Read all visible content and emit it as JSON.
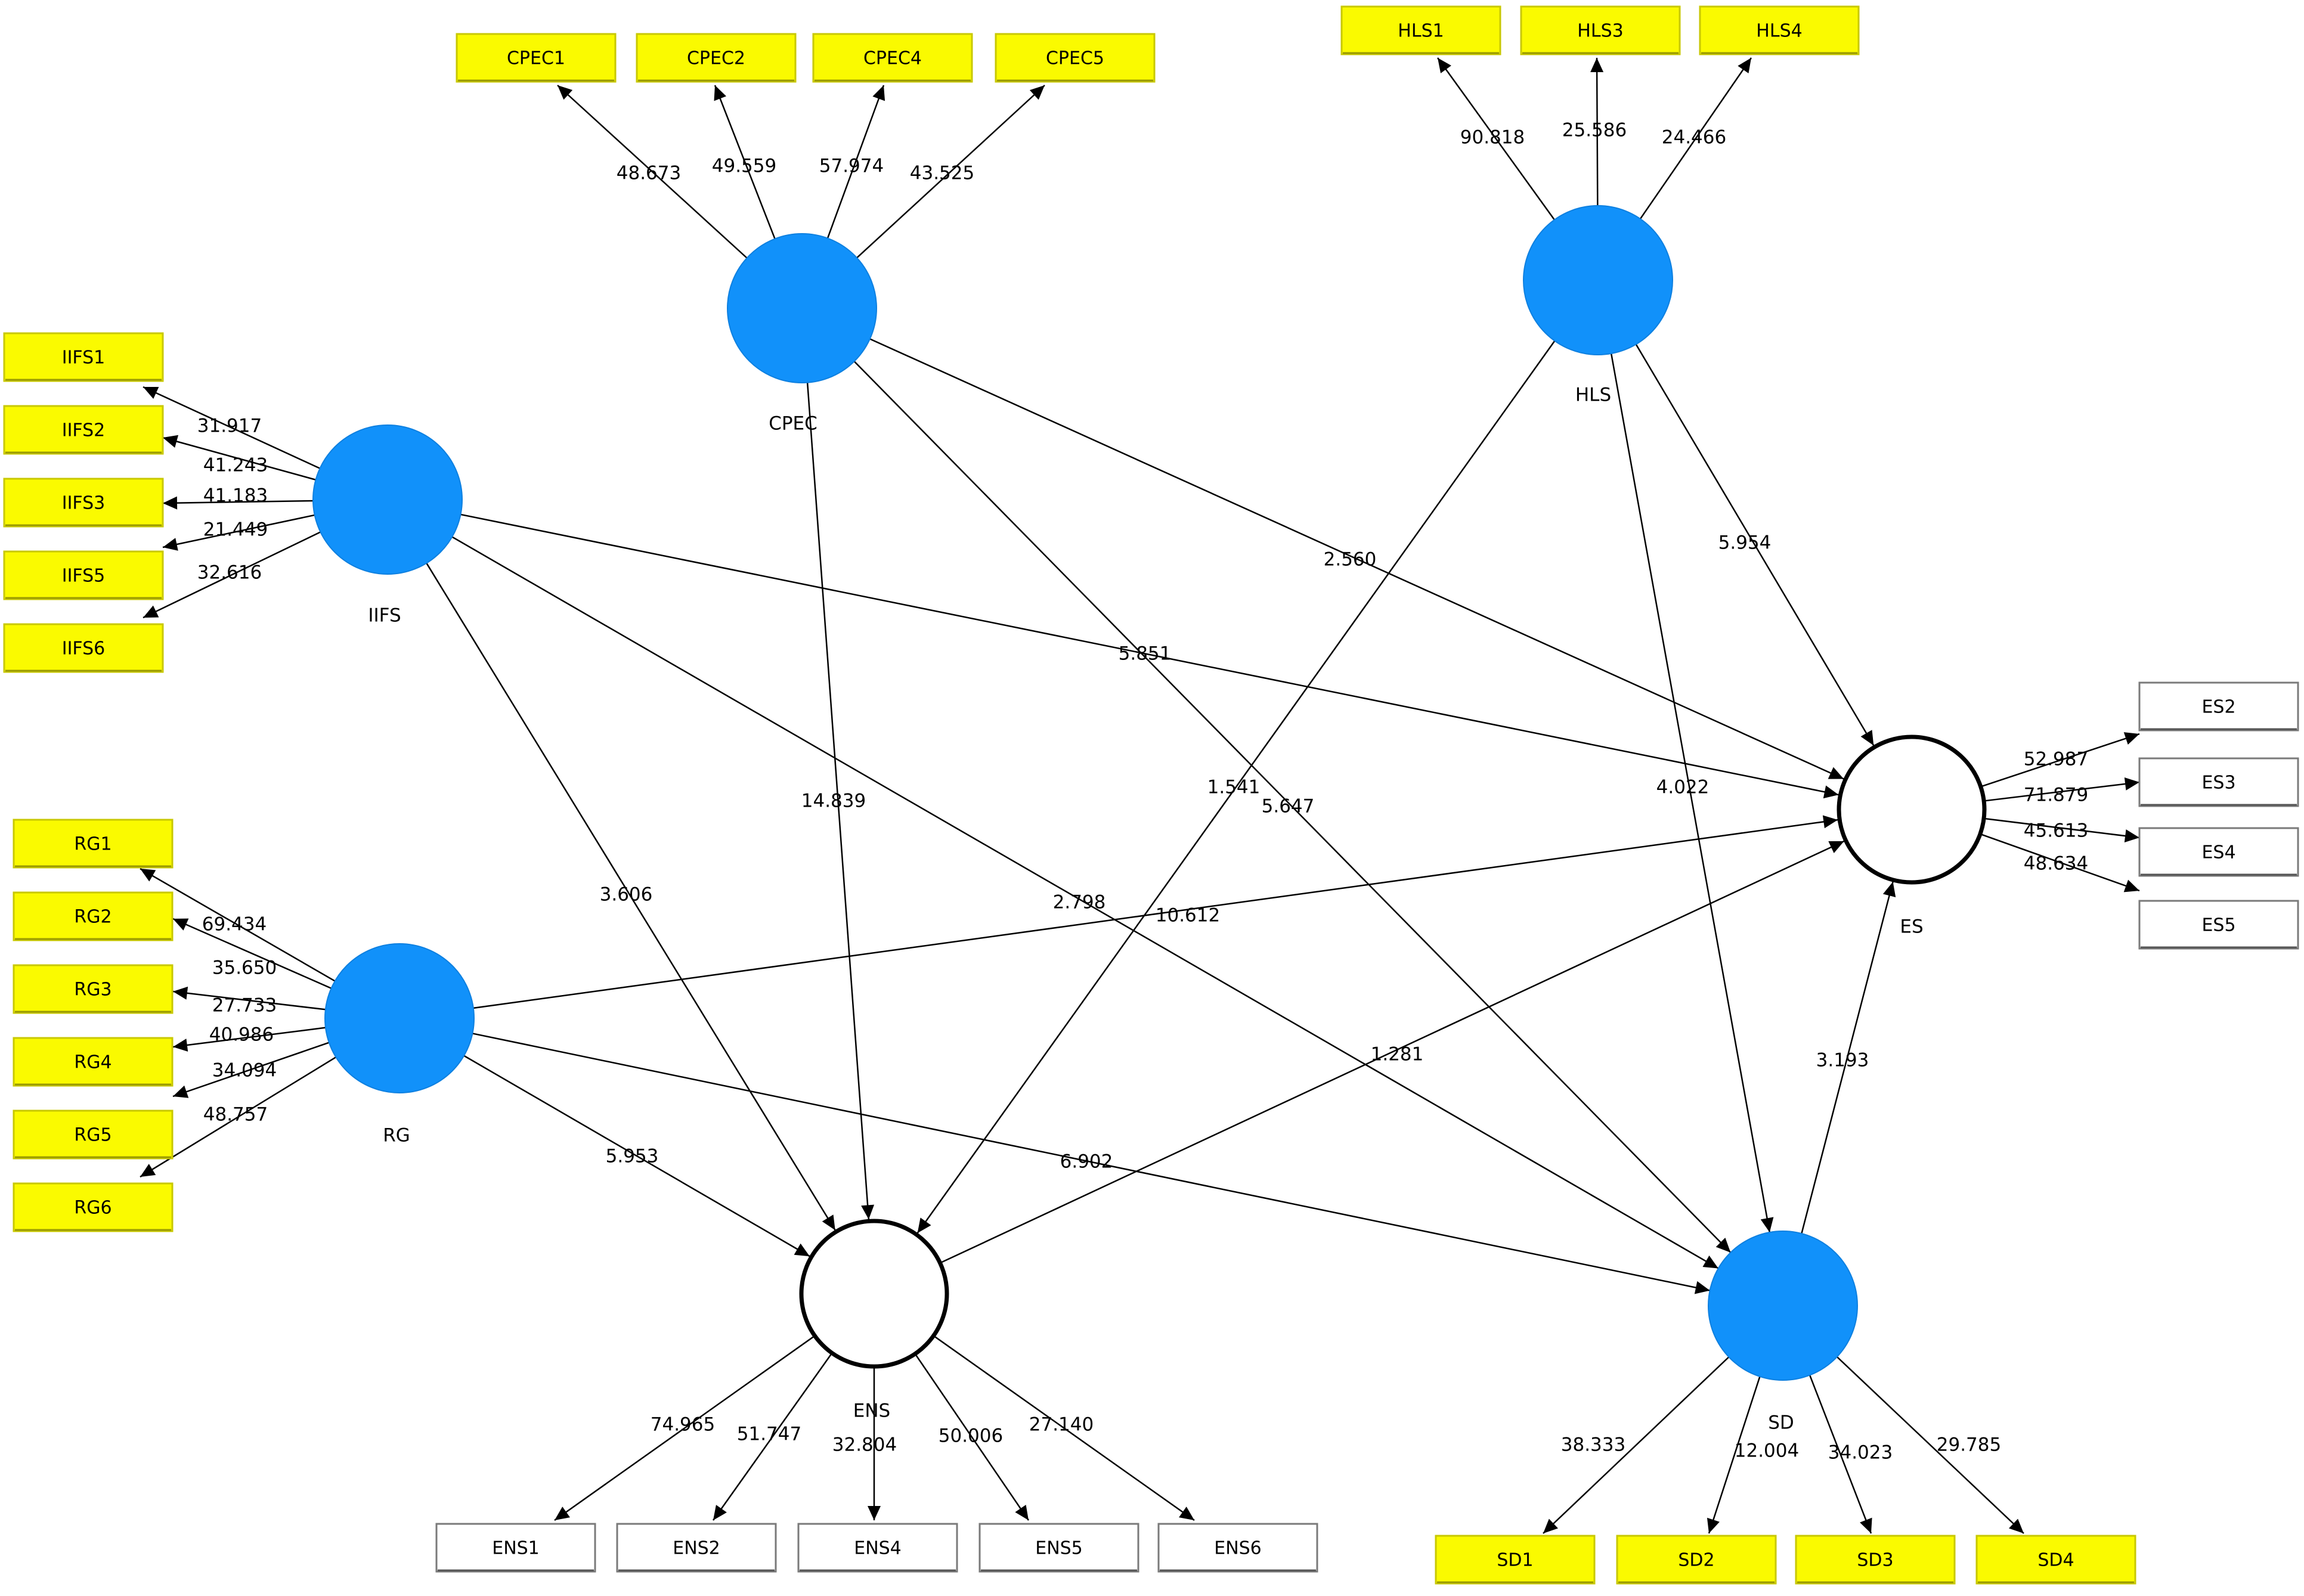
{
  "colors": {
    "latent_fill": "#1191FA",
    "indicator_yellow": "#FAFA00",
    "indicator_white": "#FFFFFF",
    "edge": "#000000"
  },
  "constructs": [
    {
      "id": "CPEC",
      "label": "CPEC",
      "kind": "filled"
    },
    {
      "id": "HLS",
      "label": "HLS",
      "kind": "filled"
    },
    {
      "id": "IIFS",
      "label": "IIFS",
      "kind": "filled"
    },
    {
      "id": "RG",
      "label": "RG",
      "kind": "filled"
    },
    {
      "id": "ENS",
      "label": "ENS",
      "kind": "hollow"
    },
    {
      "id": "ES",
      "label": "ES",
      "kind": "hollow"
    },
    {
      "id": "SD",
      "label": "SD",
      "kind": "filled"
    }
  ],
  "indicators": [
    {
      "id": "CPEC1",
      "label": "CPEC1",
      "construct": "CPEC",
      "style": "yellow",
      "loading": "48.673"
    },
    {
      "id": "CPEC2",
      "label": "CPEC2",
      "construct": "CPEC",
      "style": "yellow",
      "loading": "49.559"
    },
    {
      "id": "CPEC4",
      "label": "CPEC4",
      "construct": "CPEC",
      "style": "yellow",
      "loading": "57.974"
    },
    {
      "id": "CPEC5",
      "label": "CPEC5",
      "construct": "CPEC",
      "style": "yellow",
      "loading": "43.525"
    },
    {
      "id": "HLS1",
      "label": "HLS1",
      "construct": "HLS",
      "style": "yellow",
      "loading": "90.818"
    },
    {
      "id": "HLS3",
      "label": "HLS3",
      "construct": "HLS",
      "style": "yellow",
      "loading": "25.586"
    },
    {
      "id": "HLS4",
      "label": "HLS4",
      "construct": "HLS",
      "style": "yellow",
      "loading": "24.466"
    },
    {
      "id": "IIFS1",
      "label": "IIFS1",
      "construct": "IIFS",
      "style": "yellow",
      "loading": "31.917"
    },
    {
      "id": "IIFS2",
      "label": "IIFS2",
      "construct": "IIFS",
      "style": "yellow",
      "loading": "41.243"
    },
    {
      "id": "IIFS3",
      "label": "IIFS3",
      "construct": "IIFS",
      "style": "yellow",
      "loading": "41.183"
    },
    {
      "id": "IIFS5",
      "label": "IIFS5",
      "construct": "IIFS",
      "style": "yellow",
      "loading": "21.449"
    },
    {
      "id": "IIFS6",
      "label": "IIFS6",
      "construct": "IIFS",
      "style": "yellow",
      "loading": "32.616"
    },
    {
      "id": "RG1",
      "label": "RG1",
      "construct": "RG",
      "style": "yellow",
      "loading": "69.434"
    },
    {
      "id": "RG2",
      "label": "RG2",
      "construct": "RG",
      "style": "yellow",
      "loading": "35.650"
    },
    {
      "id": "RG3",
      "label": "RG3",
      "construct": "RG",
      "style": "yellow",
      "loading": "27.733"
    },
    {
      "id": "RG4",
      "label": "RG4",
      "construct": "RG",
      "style": "yellow",
      "loading": "40.986"
    },
    {
      "id": "RG5",
      "label": "RG5",
      "construct": "RG",
      "style": "yellow",
      "loading": "34.094"
    },
    {
      "id": "RG6",
      "label": "RG6",
      "construct": "RG",
      "style": "yellow",
      "loading": "48.757"
    },
    {
      "id": "ES2",
      "label": "ES2",
      "construct": "ES",
      "style": "white",
      "loading": "52.987"
    },
    {
      "id": "ES3",
      "label": "ES3",
      "construct": "ES",
      "style": "white",
      "loading": "71.879"
    },
    {
      "id": "ES4",
      "label": "ES4",
      "construct": "ES",
      "style": "white",
      "loading": "45.613"
    },
    {
      "id": "ES5",
      "label": "ES5",
      "construct": "ES",
      "style": "white",
      "loading": "48.634"
    },
    {
      "id": "ENS1",
      "label": "ENS1",
      "construct": "ENS",
      "style": "white",
      "loading": "74.965"
    },
    {
      "id": "ENS2",
      "label": "ENS2",
      "construct": "ENS",
      "style": "white",
      "loading": "51.747"
    },
    {
      "id": "ENS4",
      "label": "ENS4",
      "construct": "ENS",
      "style": "white",
      "loading": "32.804"
    },
    {
      "id": "ENS5",
      "label": "ENS5",
      "construct": "ENS",
      "style": "white",
      "loading": "50.006"
    },
    {
      "id": "ENS6",
      "label": "ENS6",
      "construct": "ENS",
      "style": "white",
      "loading": "27.140"
    },
    {
      "id": "SD1",
      "label": "SD1",
      "construct": "SD",
      "style": "yellow",
      "loading": "38.333"
    },
    {
      "id": "SD2",
      "label": "SD2",
      "construct": "SD",
      "style": "yellow",
      "loading": "12.004"
    },
    {
      "id": "SD3",
      "label": "SD3",
      "construct": "SD",
      "style": "yellow",
      "loading": "34.023"
    },
    {
      "id": "SD4",
      "label": "SD4",
      "construct": "SD",
      "style": "yellow",
      "loading": "29.785"
    }
  ],
  "paths": [
    {
      "from": "CPEC",
      "to": "ES",
      "value": "2.560"
    },
    {
      "from": "CPEC",
      "to": "ENS",
      "value": "14.839"
    },
    {
      "from": "CPEC",
      "to": "SD",
      "value": "5.647"
    },
    {
      "from": "HLS",
      "to": "ES",
      "value": "5.954"
    },
    {
      "from": "HLS",
      "to": "ENS",
      "value": "1.541"
    },
    {
      "from": "HLS",
      "to": "SD",
      "value": "4.022"
    },
    {
      "from": "IIFS",
      "to": "ES",
      "value": "5.851"
    },
    {
      "from": "IIFS",
      "to": "ENS",
      "value": "3.606"
    },
    {
      "from": "IIFS",
      "to": "SD",
      "value": "2.798"
    },
    {
      "from": "RG",
      "to": "ES",
      "value": "10.612"
    },
    {
      "from": "RG",
      "to": "ENS",
      "value": "5.953"
    },
    {
      "from": "RG",
      "to": "SD",
      "value": "6.902"
    },
    {
      "from": "ENS",
      "to": "ES",
      "value": "1.281"
    },
    {
      "from": "SD",
      "to": "ES",
      "value": "3.193"
    }
  ]
}
